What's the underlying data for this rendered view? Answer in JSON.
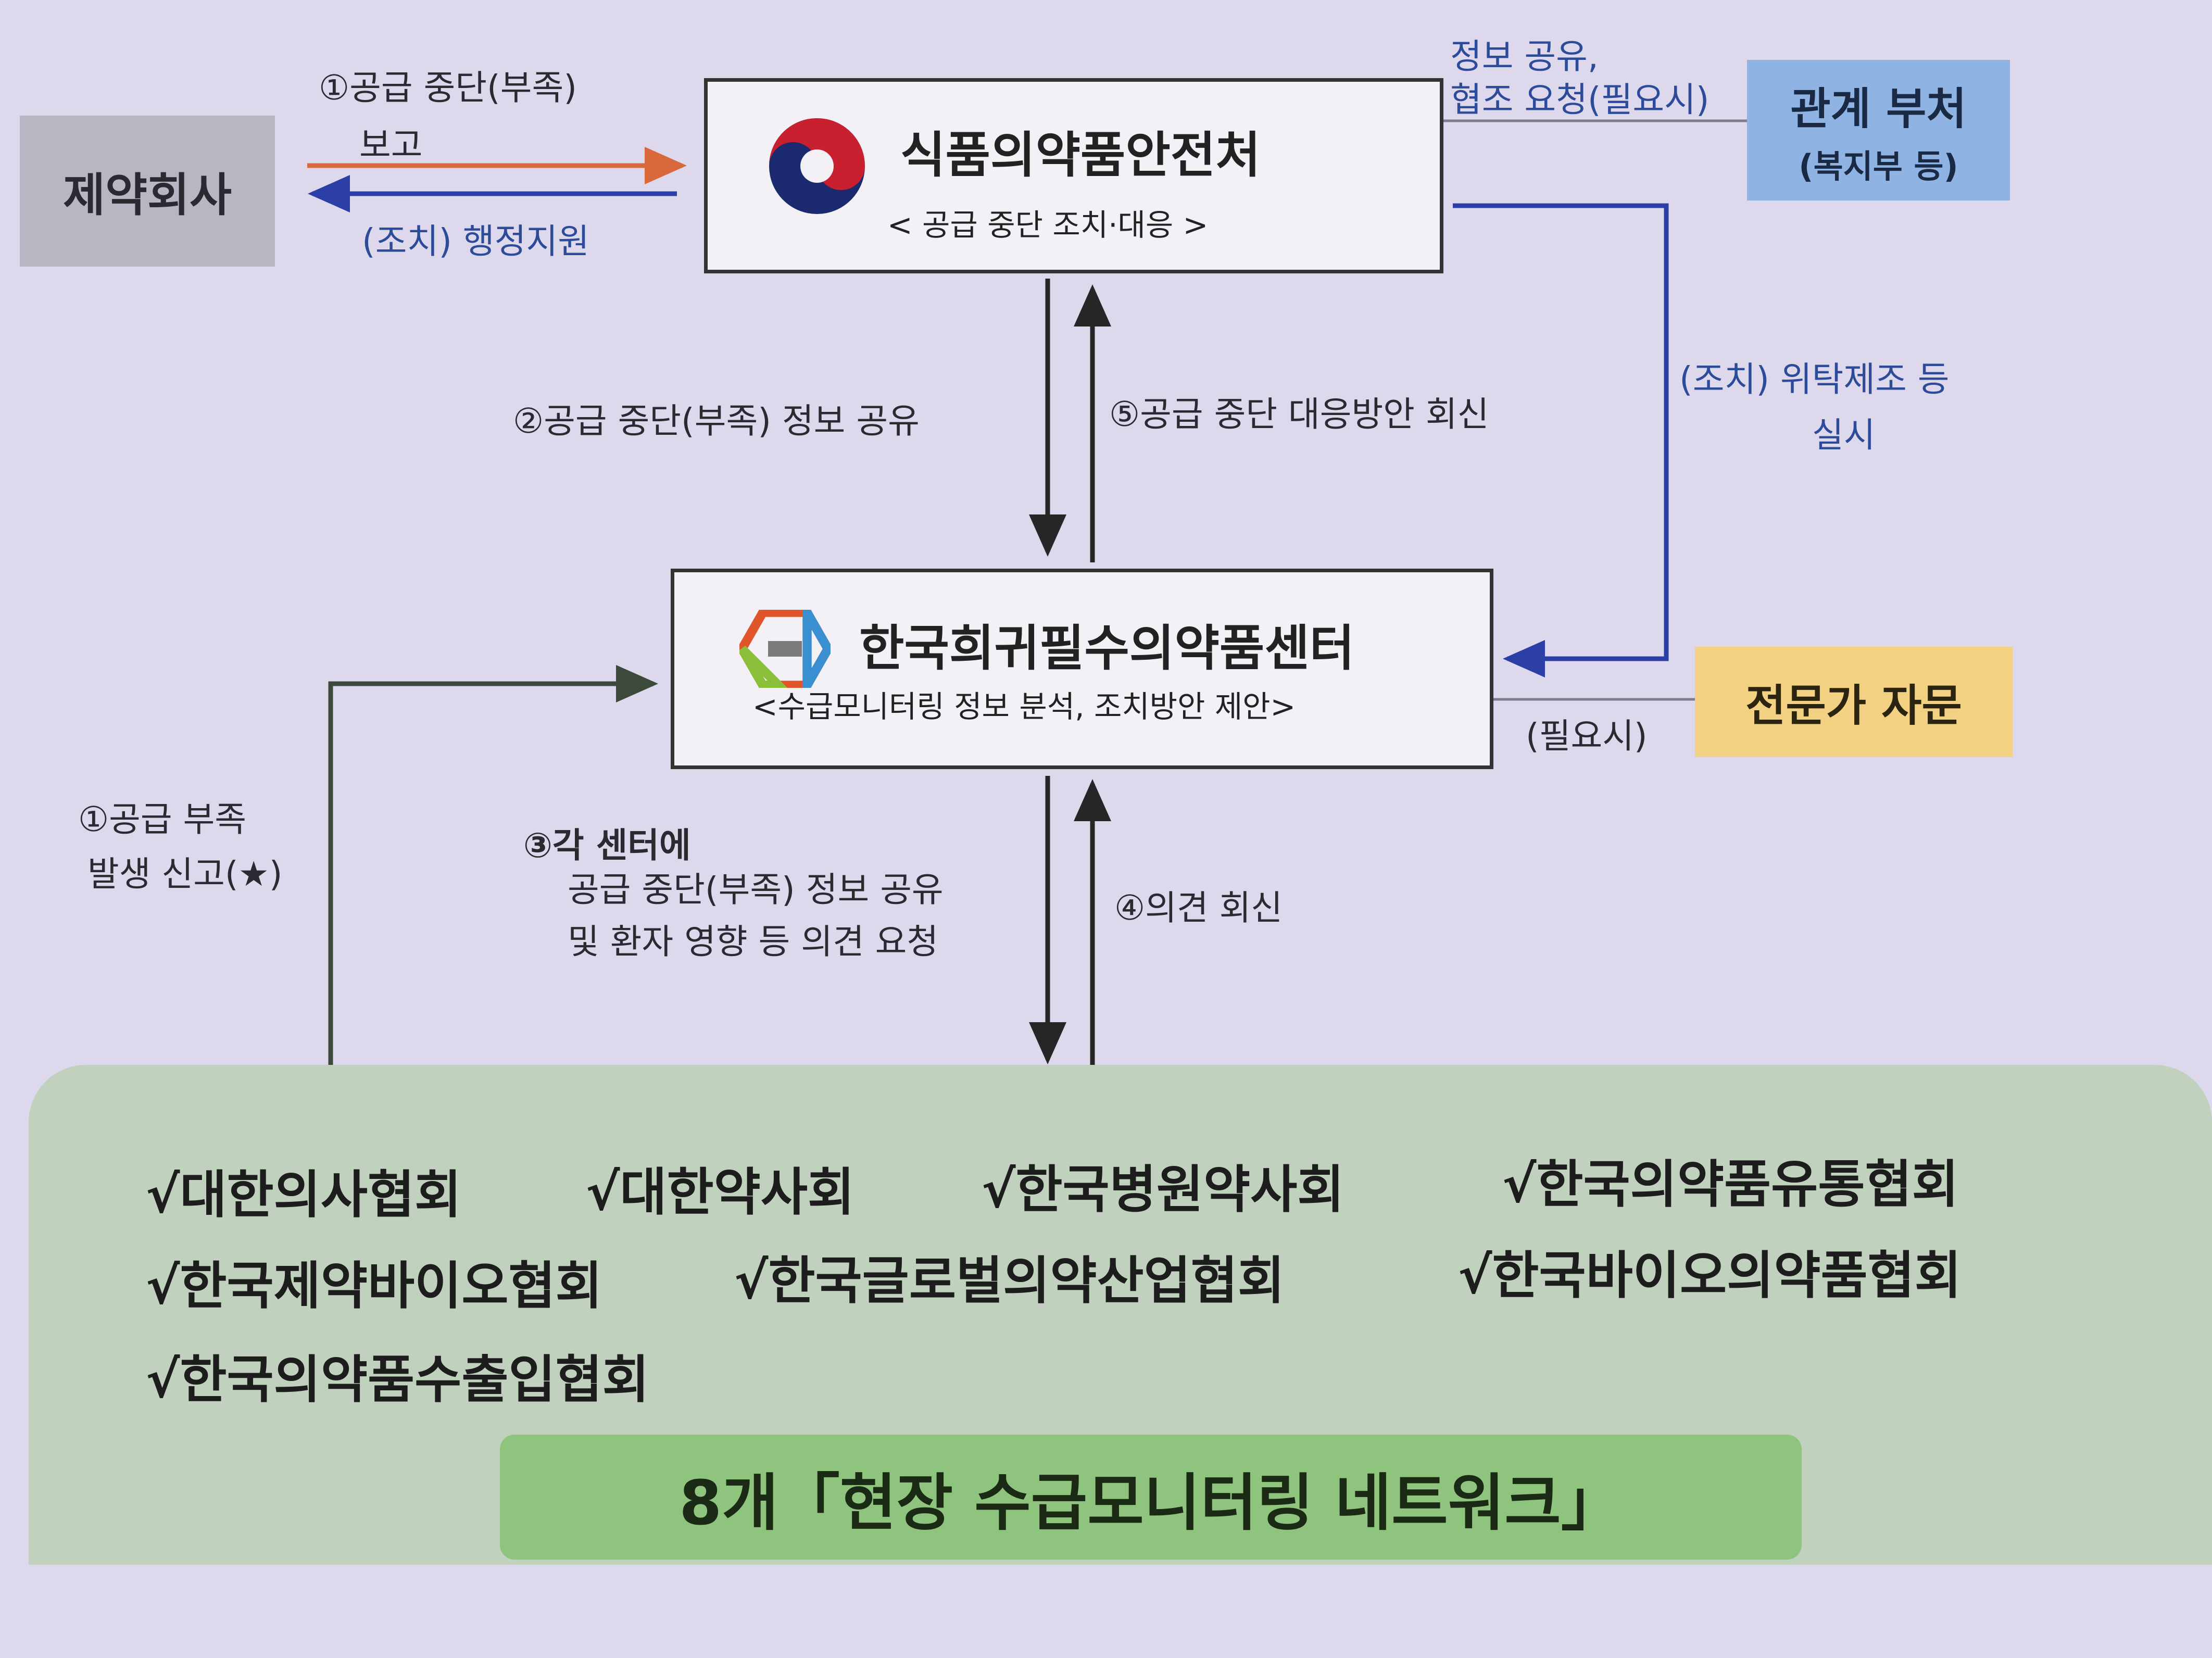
{
  "nodes": {
    "pharma": "제약회사",
    "mfds": {
      "title": "식품의약품안전처",
      "subtitle": "< 공급 중단 조치·대응 >"
    },
    "ministry": {
      "title": "관계 부처",
      "subtitle": "(복지부 등)"
    },
    "center": {
      "title": "한국희귀필수의약품센터",
      "subtitle": "<수급모니터링 정보 분석, 조치방안 제안>"
    },
    "expert": "전문가 자문"
  },
  "edges": {
    "e1_report_l1": "①공급 중단(부족)",
    "e1_report_l2": "보고",
    "admin_support": "(조치) 행정지원",
    "info_share_l1": "정보 공유,",
    "info_share_l2": "협조 요청(필요시)",
    "e2": "②공급 중단(부족) 정보 공유",
    "e5": "⑤공급 중단 대응방안 회신",
    "consign_l1": "(조치) 위탁제조 등",
    "consign_l2": "실시",
    "as_needed": "(필요시)",
    "e1_shortage_l1": "①공급 부족",
    "e1_shortage_l2": "발생 신고(★)",
    "e3_l1": "③각 센터에",
    "e3_l2": "공급 중단(부족) 정보 공유",
    "e3_l3": "및 환자 영향 등 의견 요청",
    "e4": "④의견 회신"
  },
  "network": {
    "organizations": [
      "√대한의사협회",
      "√대한약사회",
      "√한국병원약사회",
      "√한국의약품유통협회",
      "√한국제약바이오협회",
      "√한국글로벌의약산업협회",
      "√한국바이오의약품협회",
      "√한국의약품수출입협회"
    ],
    "title": "8개「현장 수급모니터링 네트워크」"
  },
  "colors": {
    "orange_arrow": "#d9683a",
    "blue_arrow": "#2b3fa6",
    "black_arrow": "#262626",
    "green_arrow": "#3b4a3a"
  }
}
